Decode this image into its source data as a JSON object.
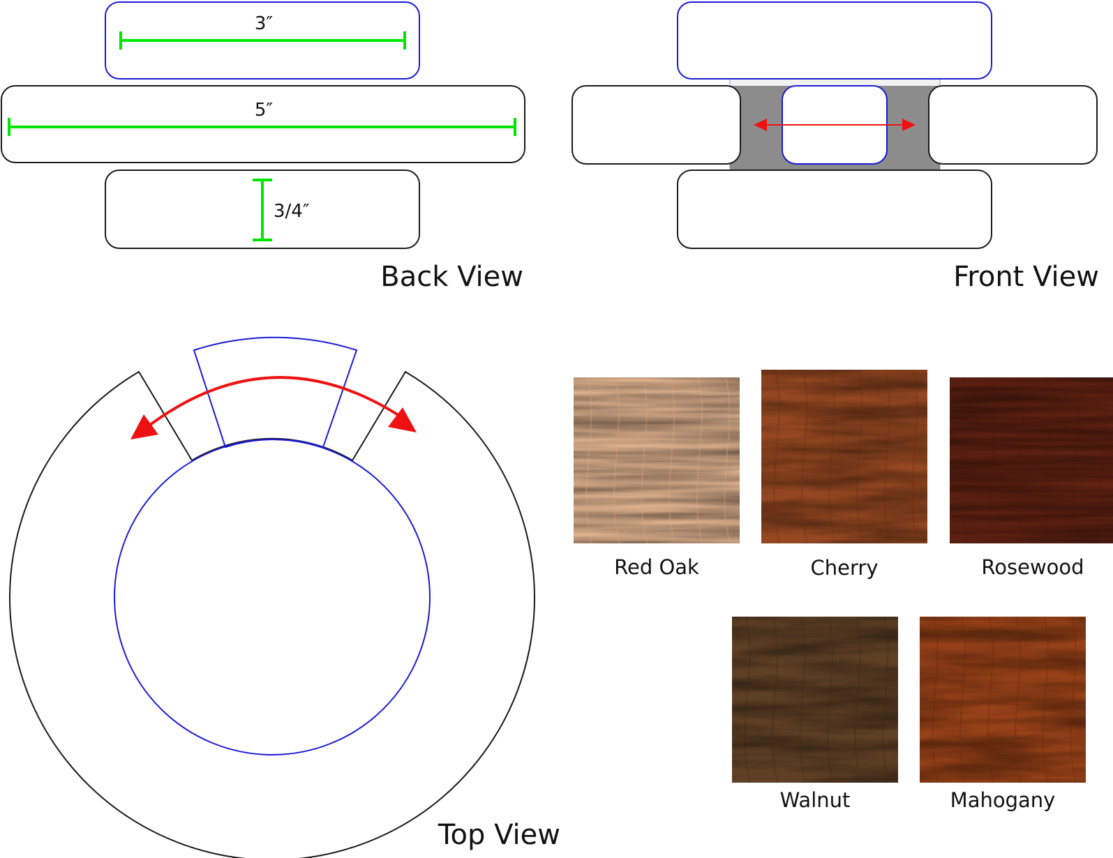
{
  "colors": {
    "outline": "#1a1a1a",
    "blue": "#1a1ad6",
    "dimension": "#00e600",
    "arrow": "#ee1111",
    "gap": "#8c8c8c",
    "ghost_fill": "#f2f2f2",
    "ghost_stroke": "#c8c8f0"
  },
  "back_view": {
    "title": "Back View",
    "dim_top": "3″",
    "dim_middle": "5″",
    "dim_bottom": "3/4″"
  },
  "front_view": {
    "title": "Front View"
  },
  "top_view": {
    "title": "Top View"
  },
  "wood_swatches": [
    {
      "name": "Red Oak",
      "base": "#f2c9a6",
      "grain": "#d9a680",
      "dark": "#c58f6a"
    },
    {
      "name": "Cherry",
      "base": "#8a3f1d",
      "grain": "#6b2a10",
      "dark": "#a5552a"
    },
    {
      "name": "Rosewood",
      "base": "#7a2e17",
      "grain": "#4e160b",
      "dark": "#3a0f0a"
    },
    {
      "name": "Walnut",
      "base": "#5a3b22",
      "grain": "#3e2714",
      "dark": "#6e4a2c"
    },
    {
      "name": "Mahogany",
      "base": "#8e3a14",
      "grain": "#6a270a",
      "dark": "#a8501f"
    }
  ]
}
